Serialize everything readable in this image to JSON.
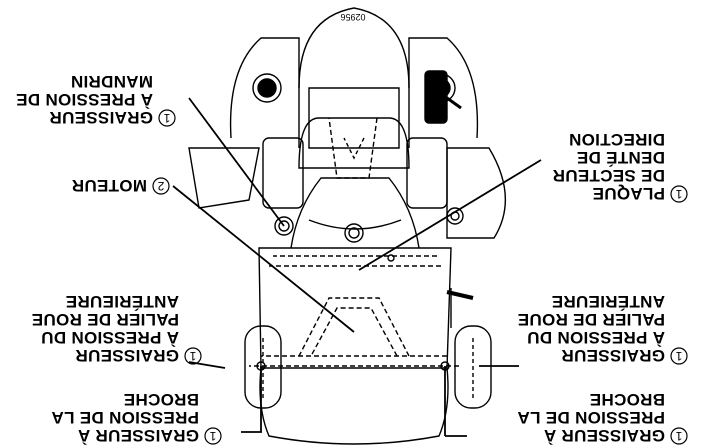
{
  "figure_code": "02956",
  "callouts": [
    {
      "number": "1",
      "lines": [
        "GRAISSEUR À",
        "PRESSION DE LA",
        "BROCHE"
      ]
    },
    {
      "number": "1",
      "lines": [
        "GRAISSEUR",
        "À PRESSION DU",
        "PALIER DE ROUE",
        "ANTÉRIEURE"
      ]
    },
    {
      "number": "1",
      "lines": [
        "PLAQUE",
        "DE SECTEUR",
        "DENTÉ DE",
        "DIRECTION"
      ]
    },
    {
      "number": "1",
      "lines": [
        "GRAISSEUR À",
        "PRESSION DE LA",
        "BROCHE"
      ]
    },
    {
      "number": "1",
      "lines": [
        "GRAISSEUR",
        "À PRESSION DU",
        "PALIER DE ROUE",
        "ANTÉRIEURE"
      ]
    },
    {
      "number": "2",
      "lines": [
        "MOTEUR"
      ]
    },
    {
      "number": "1",
      "lines": [
        "GRAISSEUR",
        "À PRESSION DE",
        "MANDRIN"
      ]
    }
  ]
}
